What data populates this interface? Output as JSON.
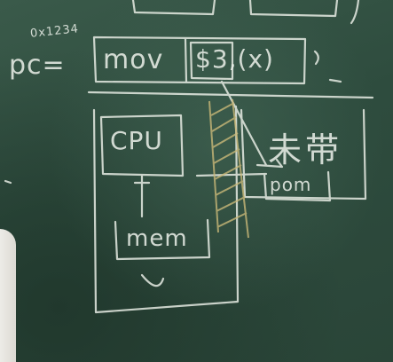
{
  "scene": {
    "description_alt": "",
    "colors": {
      "board": "#2f4a3d",
      "chalk": "#e8ede6",
      "hatch": "#c9b878"
    }
  },
  "board_text": {
    "address": "0x1234",
    "pc_label": "pc=",
    "mov": "mov",
    "operand": "$3,(x)",
    "cpu": "CPU",
    "mem": "mem",
    "chinese_label": "未带",
    "small_box": "pom"
  }
}
